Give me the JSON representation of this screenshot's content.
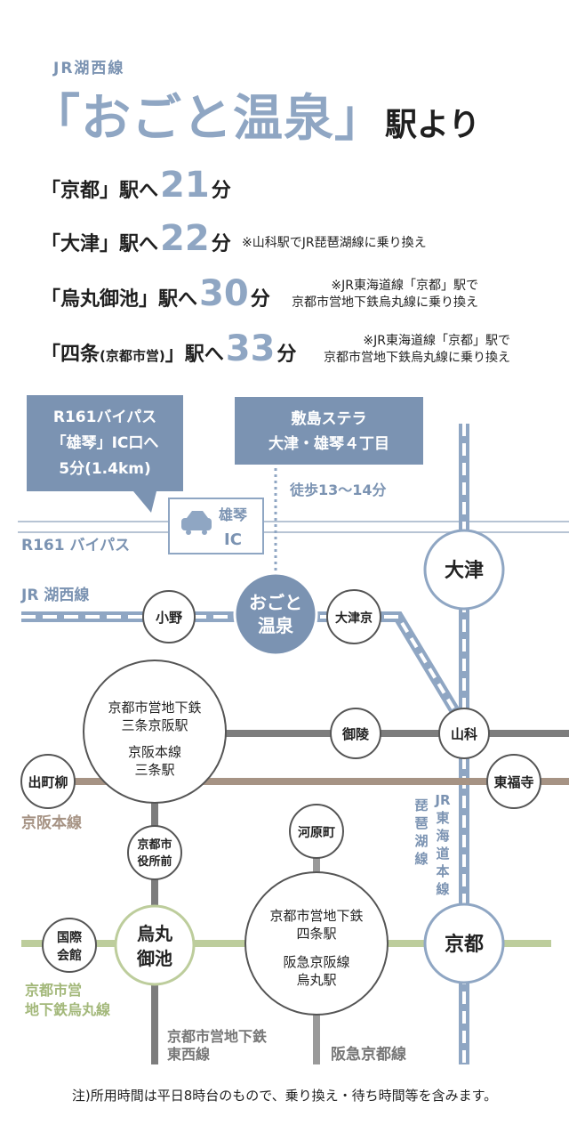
{
  "header": {
    "line": "JR湖西線",
    "station": "「おごと温泉」",
    "suffix": "駅より"
  },
  "routes": [
    {
      "dest": "「京都」駅へ",
      "minutes": "21",
      "unit": "分",
      "note": ""
    },
    {
      "dest": "「大津」駅へ",
      "minutes": "22",
      "unit": "分",
      "note": "※山科駅でJR琵琶湖線に乗り換え"
    },
    {
      "dest": "「烏丸御池」駅へ",
      "minutes": "30",
      "unit": "分",
      "note": "※JR東海道線「京都」駅で\n京都市営地下鉄烏丸線に乗り換え"
    },
    {
      "dest_main": "「四条",
      "dest_small": "(京都市営)",
      "dest_end": "」駅へ",
      "minutes": "33",
      "unit": "分",
      "note": "※JR東海道線「京都」駅で\n京都市営地下鉄烏丸線に乗り換え"
    }
  ],
  "map": {
    "callout_r161": [
      "R161バイパス",
      "「雄琴」IC口へ",
      "5分(1.4km)"
    ],
    "callout_stera": [
      "敷島ステラ",
      "大津・雄琴４丁目"
    ],
    "walk": "徒歩13〜14分",
    "road_label": "R161 バイパス",
    "ic_label": [
      "雄琴",
      "IC"
    ],
    "line_labels": {
      "kosei": "JR 湖西線",
      "keihan": "京阪本線",
      "karasuma": [
        "京都市営",
        "地下鉄烏丸線"
      ],
      "tozai": [
        "京都市営地下鉄",
        "東西線"
      ],
      "hankyu": "阪急京都線",
      "tokaido": [
        "JR",
        "東海道本線",
        "琵琶湖線"
      ]
    },
    "stations": {
      "ono": "小野",
      "ogoto": [
        "おごと",
        "温泉"
      ],
      "otsukyo": "大津京",
      "otsu": "大津",
      "yamashina": "山科",
      "misasagi": "御陵",
      "higashifukuchi": "東福寺",
      "demachiyanagi": "出町柳",
      "sanjo": [
        "京都市営地下鉄",
        "三条京阪駅",
        "京阪本線",
        "三条駅"
      ],
      "shiyakusho": [
        "京都市",
        "役所前"
      ],
      "kawaramachi": "河原町",
      "kokusai": [
        "国際",
        "会館"
      ],
      "karasumaoike": [
        "烏丸",
        "御池"
      ],
      "shijo": [
        "京都市営地下鉄",
        "四条駅",
        "阪急京阪線",
        "烏丸駅"
      ],
      "kyoto": "京都"
    },
    "colors": {
      "jr": "#8fa6c3",
      "tozai": "#7d7d7d",
      "keihan": "#a69384",
      "karasuma": "#bdcd9c",
      "hankyu": "#9a9a9a",
      "road": "#b7c4d4"
    }
  },
  "footnote": "注)所用時間は平日8時台のもので、乗り換え・待ち時間等を含みます。"
}
